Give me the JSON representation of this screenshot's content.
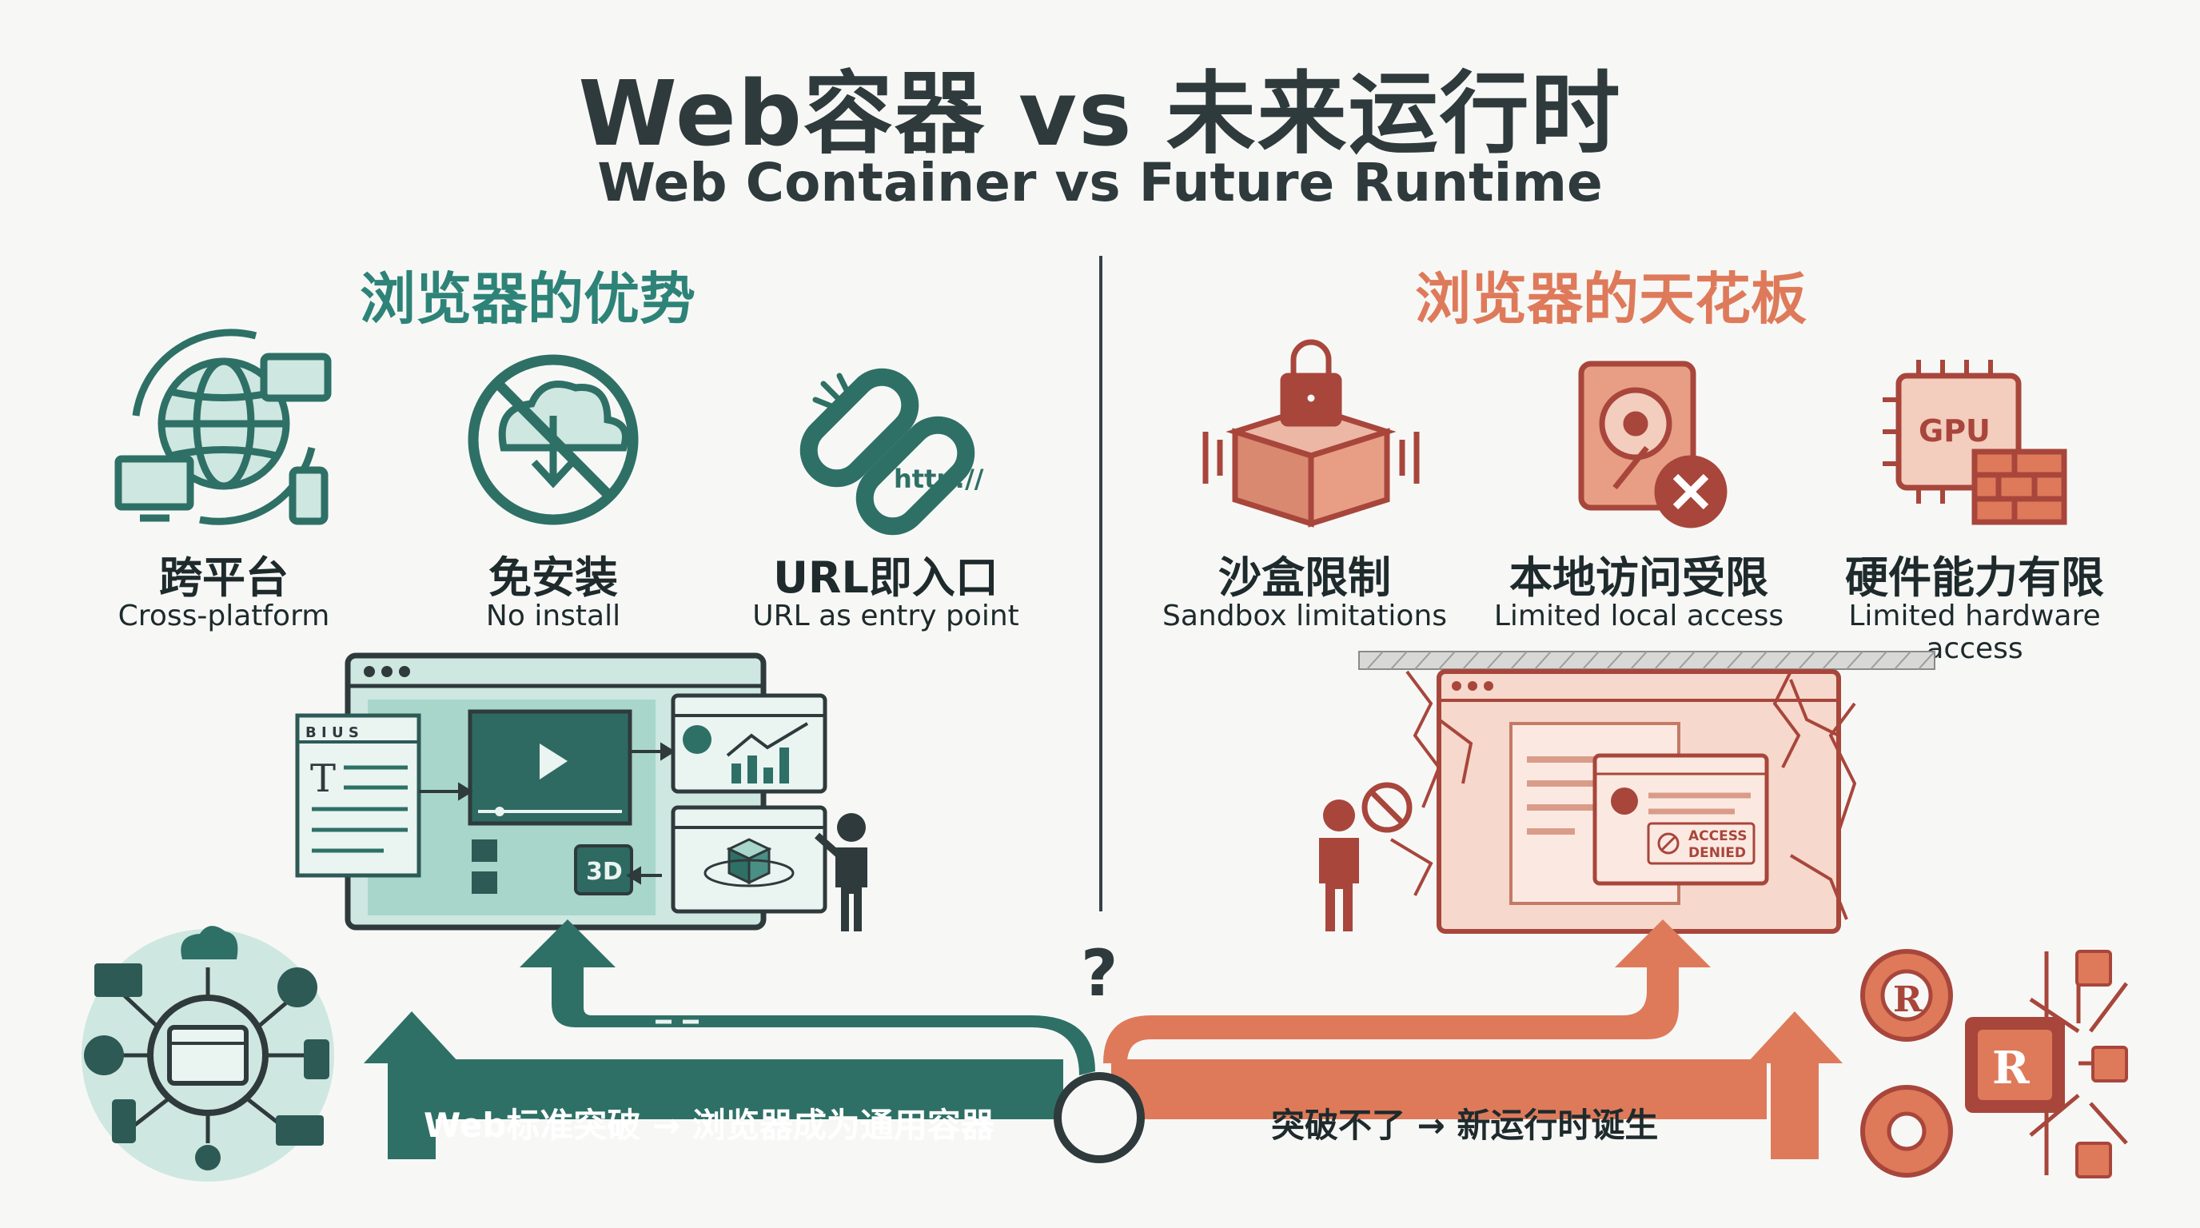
{
  "title": {
    "zh": "Web容器 vs 未来运行时",
    "en": "Web Container vs Future Runtime"
  },
  "left": {
    "heading": "浏览器的优势",
    "features": [
      {
        "zh": "跨平台",
        "en": "Cross-platform",
        "icon": "globe-devices-icon"
      },
      {
        "zh": "免安装",
        "en": "No install",
        "icon": "no-download-icon"
      },
      {
        "zh": "URL即入口",
        "en": "URL as entry point",
        "icon": "link-icon"
      }
    ],
    "link_label": "http://",
    "panel_3d_label": "3D",
    "editor_toolbar": "B I U S",
    "editor_glyph": "T",
    "path_label": "Web标准突破 → 浏览器成为通用容器"
  },
  "right": {
    "heading": "浏览器的天花板",
    "features": [
      {
        "zh": "沙盒限制",
        "en": "Sandbox limitations",
        "icon": "sandbox-lock-icon"
      },
      {
        "zh": "本地访问受限",
        "en": "Limited local access",
        "icon": "disk-blocked-icon"
      },
      {
        "zh": "硬件能力有限",
        "en": "Limited hardware access",
        "icon": "gpu-firewall-icon"
      }
    ],
    "gpu_label": "GPU",
    "access_denied_line1": "ACCESS",
    "access_denied_line2": "DENIED",
    "path_label": "突破不了 → 新运行时诞生"
  },
  "question_mark": "?",
  "colors": {
    "teal": "#2e7066",
    "teal_light": "#cfe7e1",
    "coral": "#de7a5a",
    "brick": "#a8463c",
    "ink": "#2f3a3c"
  }
}
